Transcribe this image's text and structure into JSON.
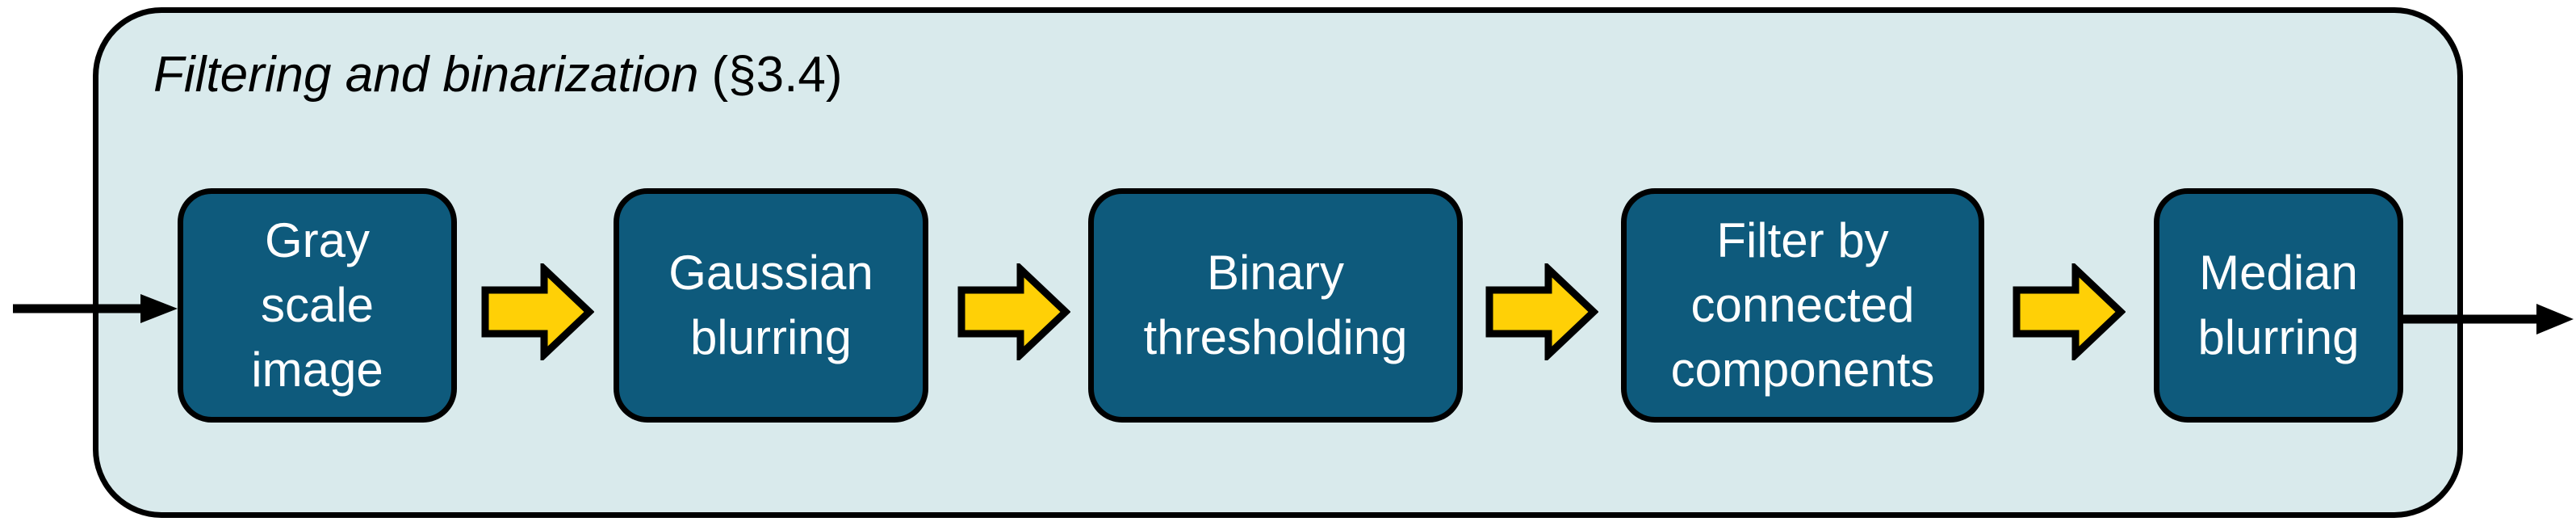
{
  "diagram": {
    "title": {
      "main": "Filtering and binarization",
      "section": "(§3.4)"
    },
    "boxes": [
      {
        "label": "Gray\nscale\nimage"
      },
      {
        "label": "Gaussian\nblurring"
      },
      {
        "label": "Binary\nthresholding"
      },
      {
        "label": "Filter by\nconnected\ncomponents"
      },
      {
        "label": "Median\nblurring"
      }
    ],
    "icons": {
      "flow": "block-arrow-right",
      "input": "thin-arrow-right",
      "output": "thin-arrow-right"
    },
    "colors": {
      "container_bg": "#d9eaec",
      "box_bg": "#0e5a7c",
      "box_text": "#ffffff",
      "flow_arrow": "#ffd006",
      "outline": "#000000"
    }
  }
}
